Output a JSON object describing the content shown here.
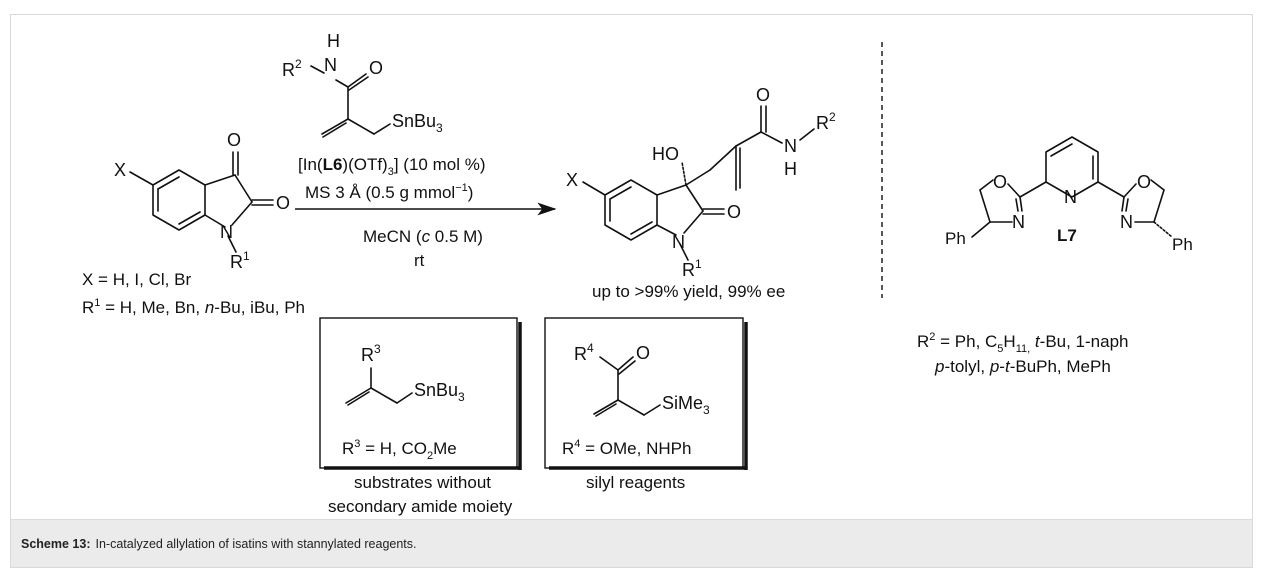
{
  "caption": {
    "label": "Scheme 13:",
    "text": "In-catalyzed allylation of isatins with stannylated reagents."
  },
  "reagent": {
    "r2_label": "R",
    "r2_sup": "2",
    "n_label": "N",
    "h_label": "H",
    "o_label": "O",
    "sn_label": "SnBu",
    "sn_sub": "3"
  },
  "conditions": {
    "catalyst_prefix": "[In(",
    "catalyst_bold": "L6",
    "catalyst_mid": ")(OTf)",
    "catalyst_sub": "3",
    "catalyst_suffix": "] (10 mol %)",
    "ms_prefix": "MS 3 Å (0.5 g mmol",
    "ms_sup": "−1",
    "ms_suffix": ")",
    "solvent_prefix": "MeCN (",
    "solvent_italic": "c",
    "solvent_suffix": " 0.5 M)",
    "temp": "rt"
  },
  "isatin": {
    "x_label": "X",
    "o1": "O",
    "o2": "O",
    "n": "N",
    "r1": "R",
    "r1_sup": "1",
    "x_scope": "X = H, I, Cl, Br",
    "r1_scope_prefix": "R",
    "r1_scope_sup": "1",
    "r1_scope_mid": " = H, Me, Bn, ",
    "r1_scope_italic": "n",
    "r1_scope_suffix": "-Bu, iBu, Ph"
  },
  "product": {
    "x_label": "X",
    "ho": "HO",
    "o_amide": "O",
    "n_amide": "N",
    "h_amide": "H",
    "r2": "R",
    "r2_sup": "2",
    "o_lactam": "O",
    "n_ring": "N",
    "r1": "R",
    "r1_sup": "1",
    "result": "up to >99% yield, 99% ee"
  },
  "ligand": {
    "o1": "O",
    "o2": "O",
    "n1": "N",
    "n2": "N",
    "n3": "N",
    "ph1": "Ph",
    "ph2": "Ph",
    "name": "L7"
  },
  "r2_scope": {
    "line1_prefix": "R",
    "line1_sup": "2",
    "line1_a": " = Ph, C",
    "line1_sub1": "5",
    "line1_b": "H",
    "line1_sub2": "11,",
    "line1_c": " ",
    "line1_italic": "t",
    "line1_d": "-Bu, 1-naph",
    "line2_i1": "p",
    "line2_a": "-tolyl, ",
    "line2_i2": "p",
    "line2_b": "-",
    "line2_i3": "t",
    "line2_c": "-BuPh, MePh"
  },
  "box1": {
    "r3": "R",
    "r3_sup": "3",
    "sn": "SnBu",
    "sn_sub": "3",
    "scope_prefix": "R",
    "scope_sup": "3",
    "scope_a": " = H, CO",
    "scope_sub": "2",
    "scope_b": "Me",
    "note_line1": "substrates without",
    "note_line2": "secondary amide moiety"
  },
  "box2": {
    "r4": "R",
    "r4_sup": "4",
    "o": "O",
    "si": "SiMe",
    "si_sub": "3",
    "scope_prefix": "R",
    "scope_sup": "4",
    "scope_a": " = OMe, NHPh",
    "note": "silyl reagents"
  }
}
